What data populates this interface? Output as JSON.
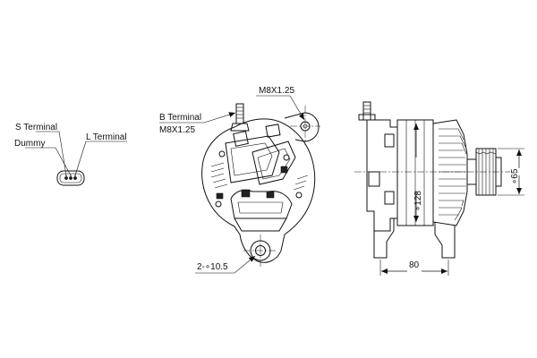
{
  "connector_labels": {
    "s_terminal": "S Terminal",
    "dummy": "Dummy",
    "l_terminal": "L Terminal"
  },
  "front_view_labels": {
    "b_terminal": "B Terminal",
    "b_terminal_thread": "M8X1.25",
    "top_thread": "M8X1.25",
    "mount_holes": "2-∘10.5"
  },
  "side_view_labels": {
    "body_diameter": "∘128",
    "pulley_diameter": "∘65",
    "mount_length": "80"
  },
  "colors": {
    "line": "#111111",
    "background": "#ffffff"
  }
}
